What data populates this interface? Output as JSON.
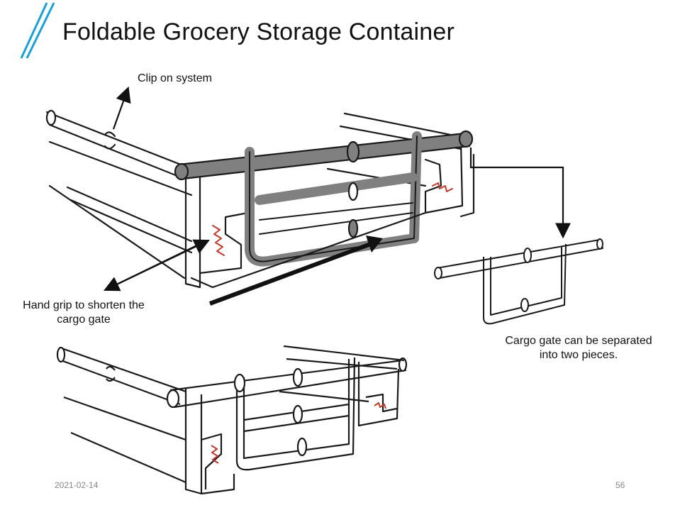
{
  "slide": {
    "title": "Foldable Grocery Storage Container",
    "accent_color": "#1aa0d8"
  },
  "labels": {
    "clip_on": "Clip on system",
    "hand_grip_line1": "Hand grip to shorten the",
    "hand_grip_line2": "cargo gate",
    "cargo_gate_line1": "Cargo gate can be separated",
    "cargo_gate_line2": "into two pieces."
  },
  "footer": {
    "date": "2021-02-14",
    "page_number": "56"
  },
  "colors": {
    "highlight_gate": "#808080",
    "grip_teeth": "#c0392b",
    "line": "#1a1a1a"
  }
}
